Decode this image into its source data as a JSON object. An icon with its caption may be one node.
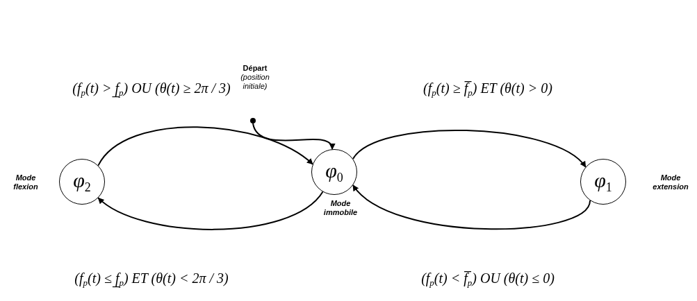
{
  "diagram": {
    "nodes": [
      {
        "text": [],
        "shape": "circle",
        "beside": [
          "Départ",
          "(position initiale)"
        ]
      },
      {
        "text": [
          "φ$_{2}$"
        ],
        "beside": [
          "Mode flexion"
        ]
      },
      {
        "text": [
          "φ$_{0}$"
        ],
        "beside": [
          "Mode immobile"
        ]
      },
      {
        "text": [
          "φ$_{1}$"
        ],
        "beside": [
          "Mode extension"
        ]
      }
    ],
    "edges": [
      {
        "from": 0,
        "to": 2,
        "arrow": "to"
      },
      {
        "from": 1,
        "to": 2,
        "arrow": "to",
        "label": "(f$_{p}$(t) > f̲$_{p}$) OU (θ(t) ≥ 2π / 3)"
      },
      {
        "from": 2,
        "to": 3,
        "arrow": "to",
        "label": "(f$_{p}$(t) ≥ f̅$_{p}$) ET (θ(t) > 0)"
      },
      {
        "from": 2,
        "to": 1,
        "arrow": "to",
        "label": "(f$_{p}$(t) ≤ f̲$_{p}$) ET (θ(t) < 2π / 3)"
      },
      {
        "from": 3,
        "to": 2,
        "arrow": "to",
        "label": "(f$_{p}$(t) < f̅$_{p}$) OU (θ(t) ≤ 0)"
      }
    ]
  }
}
